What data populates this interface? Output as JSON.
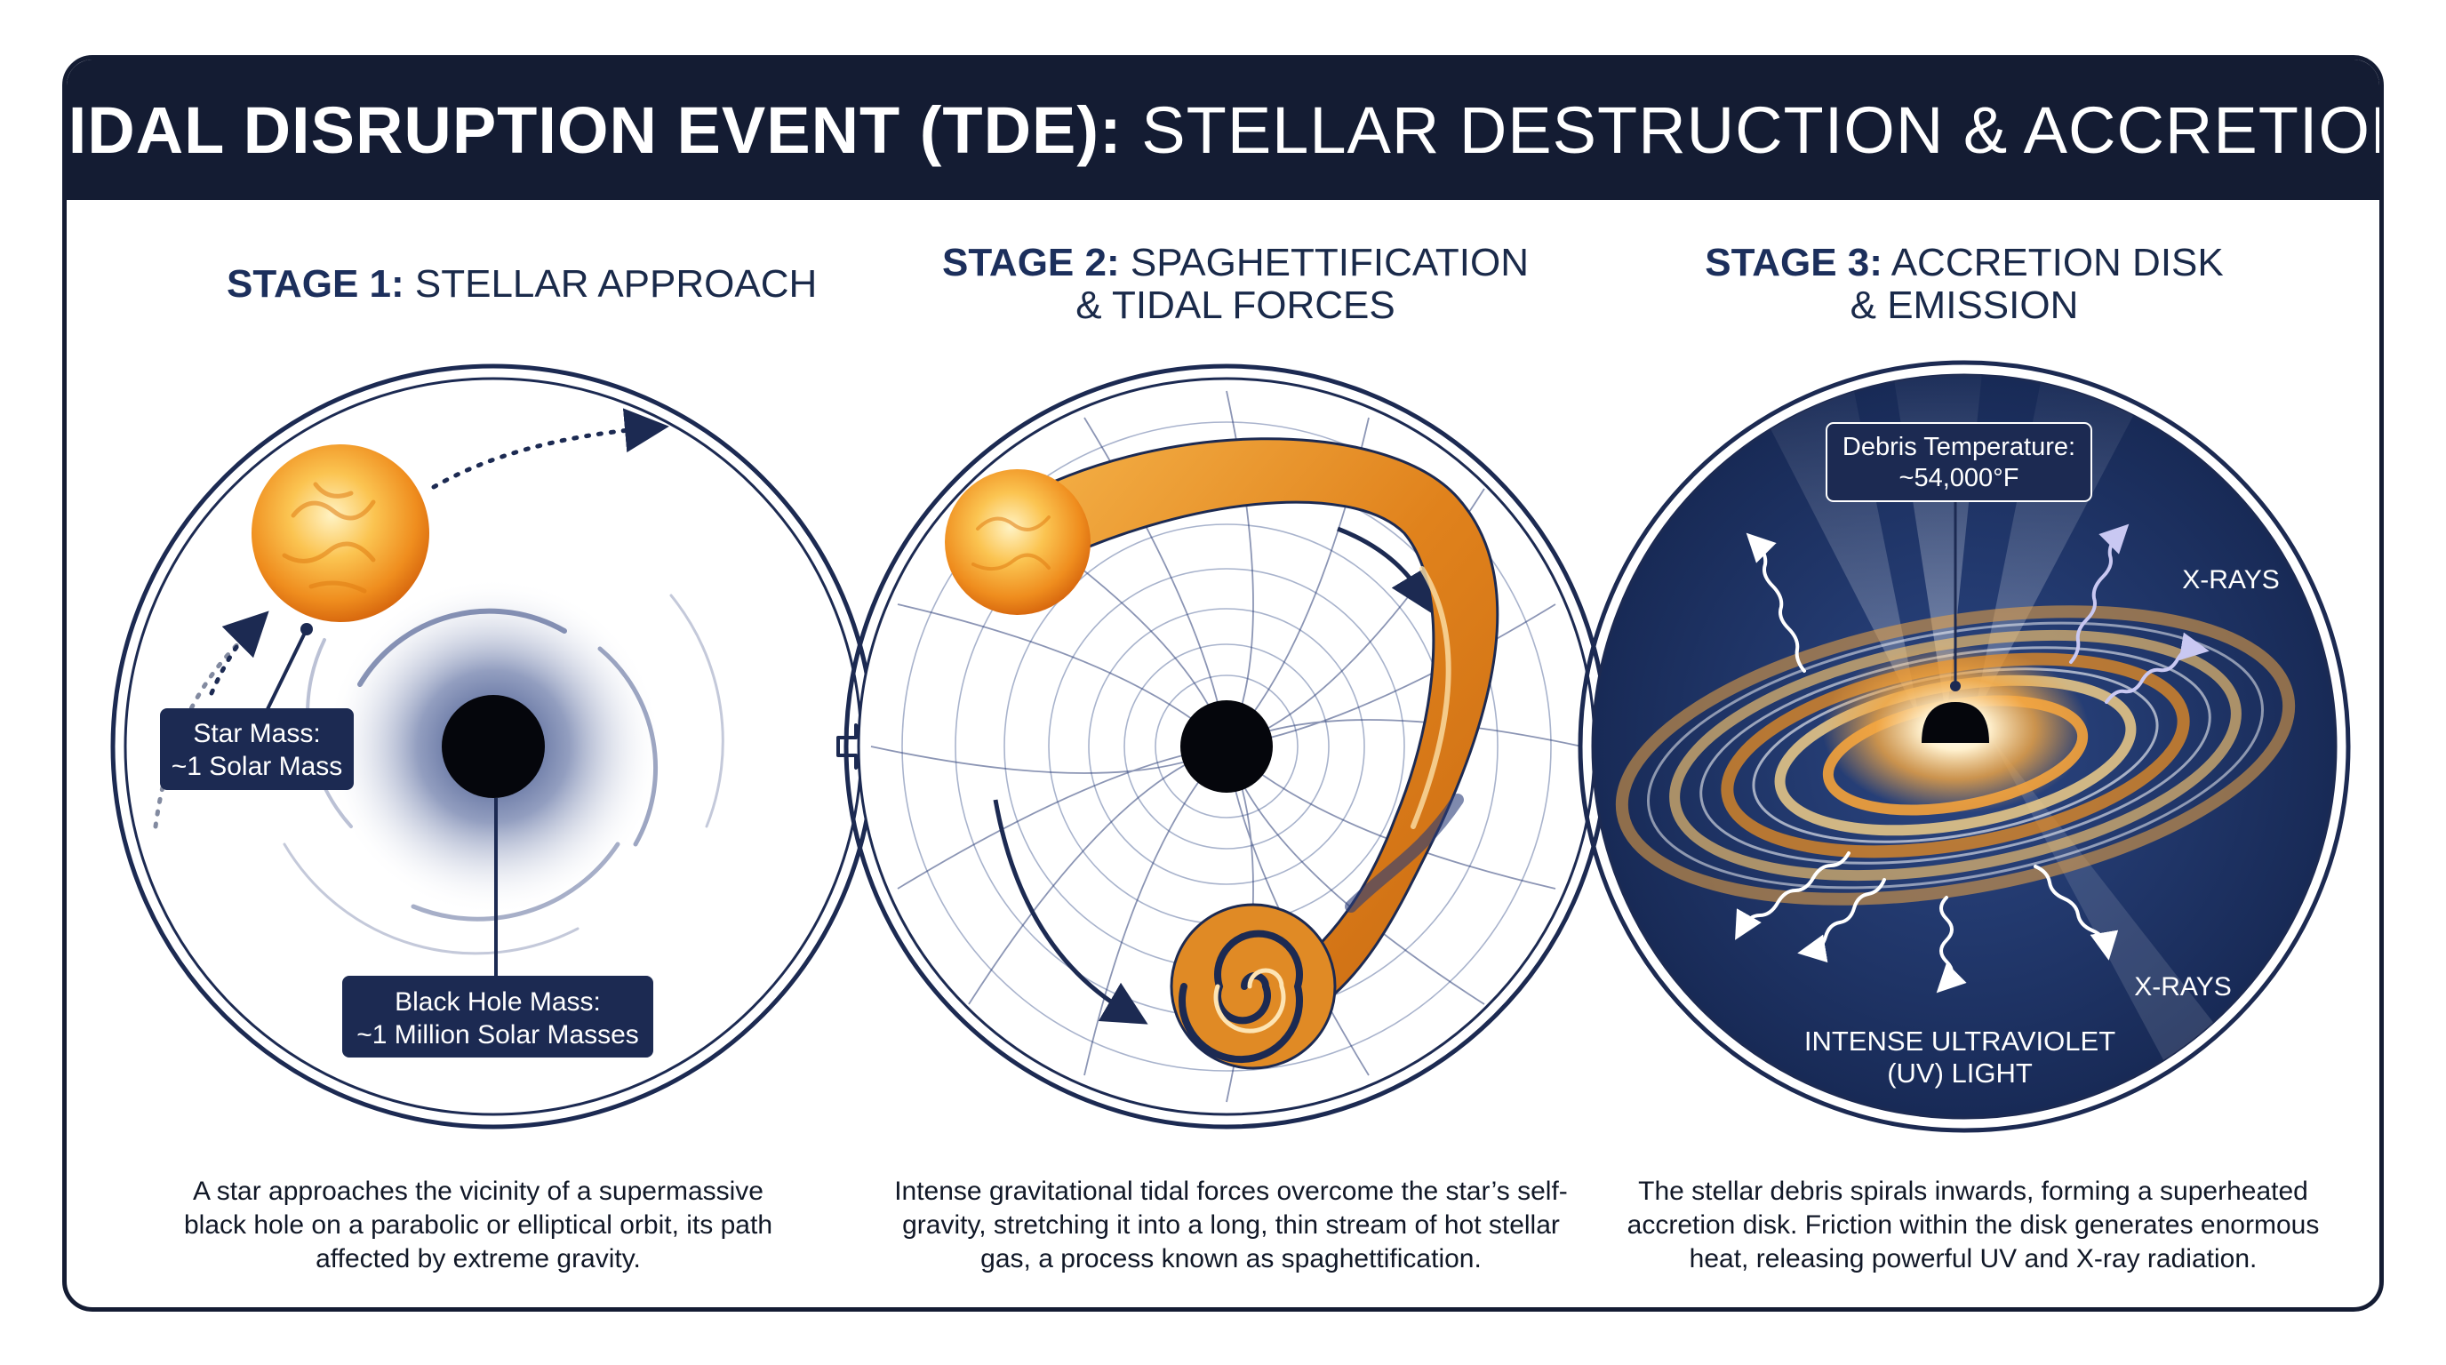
{
  "title": {
    "bold": "TIDAL DISRUPTION EVENT (TDE):",
    "light": "STELLAR DESTRUCTION & ACCRETION"
  },
  "stages": [
    {
      "number": "STAGE 1:",
      "name_line1": "STELLAR APPROACH",
      "name_line2": "",
      "description": "A star approaches the vicinity of a supermassive black hole on a parabolic or elliptical orbit, its path affected by extreme gravity.",
      "labels": {
        "star_mass_line1": "Star Mass:",
        "star_mass_line2": "~1 Solar Mass",
        "bh_mass_line1": "Black Hole Mass:",
        "bh_mass_line2": "~1 Million Solar Masses"
      }
    },
    {
      "number": "STAGE 2:",
      "name_line1": "SPAGHETTIFICATION",
      "name_line2": "& TIDAL FORCES",
      "description": "Intense gravitational tidal forces overcome the star’s self-gravity, stretching it into a long, thin stream of hot stellar gas, a process known as spaghettification."
    },
    {
      "number": "STAGE 3:",
      "name_line1": "ACCRETION DISK",
      "name_line2": "& EMISSION",
      "description": "The stellar debris spirals inwards, forming a superheated accretion disk. Friction within the disk generates enormous heat, releasing powerful UV and X-ray radiation.",
      "labels": {
        "temp_line1": "Debris Temperature:",
        "temp_line2": "~54,000°F",
        "xrays_upper": "X-RAYS",
        "xrays_lower": "X-RAYS",
        "uv_line1": "INTENSE ULTRAVIOLET",
        "uv_line2": "(UV) LIGHT"
      }
    }
  ],
  "colors": {
    "navy": "#141c33",
    "label_box": "#1c2a52",
    "star_orange": "#f2a22a",
    "disk_blue": "#1f3566"
  }
}
